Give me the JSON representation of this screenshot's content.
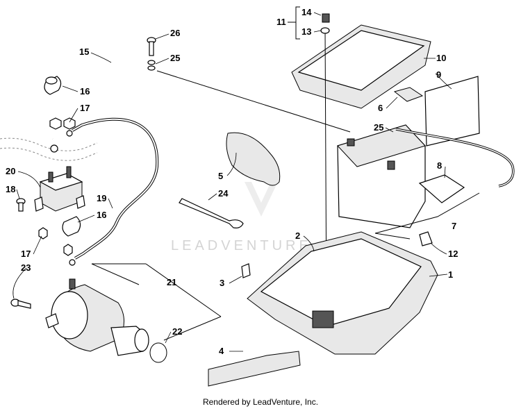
{
  "labels": {
    "p1": "1",
    "p2": "2",
    "p3": "3",
    "p4": "4",
    "p5": "5",
    "p6": "6",
    "p7": "7",
    "p8": "8",
    "p9": "9",
    "p10": "10",
    "p11": "11",
    "p12": "12",
    "p13": "13",
    "p14": "14",
    "p15": "15",
    "p16a": "16",
    "p16b": "16",
    "p17a": "17",
    "p17b": "17",
    "p18": "18",
    "p19": "19",
    "p20": "20",
    "p21": "21",
    "p22": "22",
    "p23": "23",
    "p24": "24",
    "p25a": "25",
    "p25b": "25",
    "p26": "26"
  },
  "watermark": "LEADVENTURE",
  "footer": "Rendered by LeadVenture, Inc."
}
